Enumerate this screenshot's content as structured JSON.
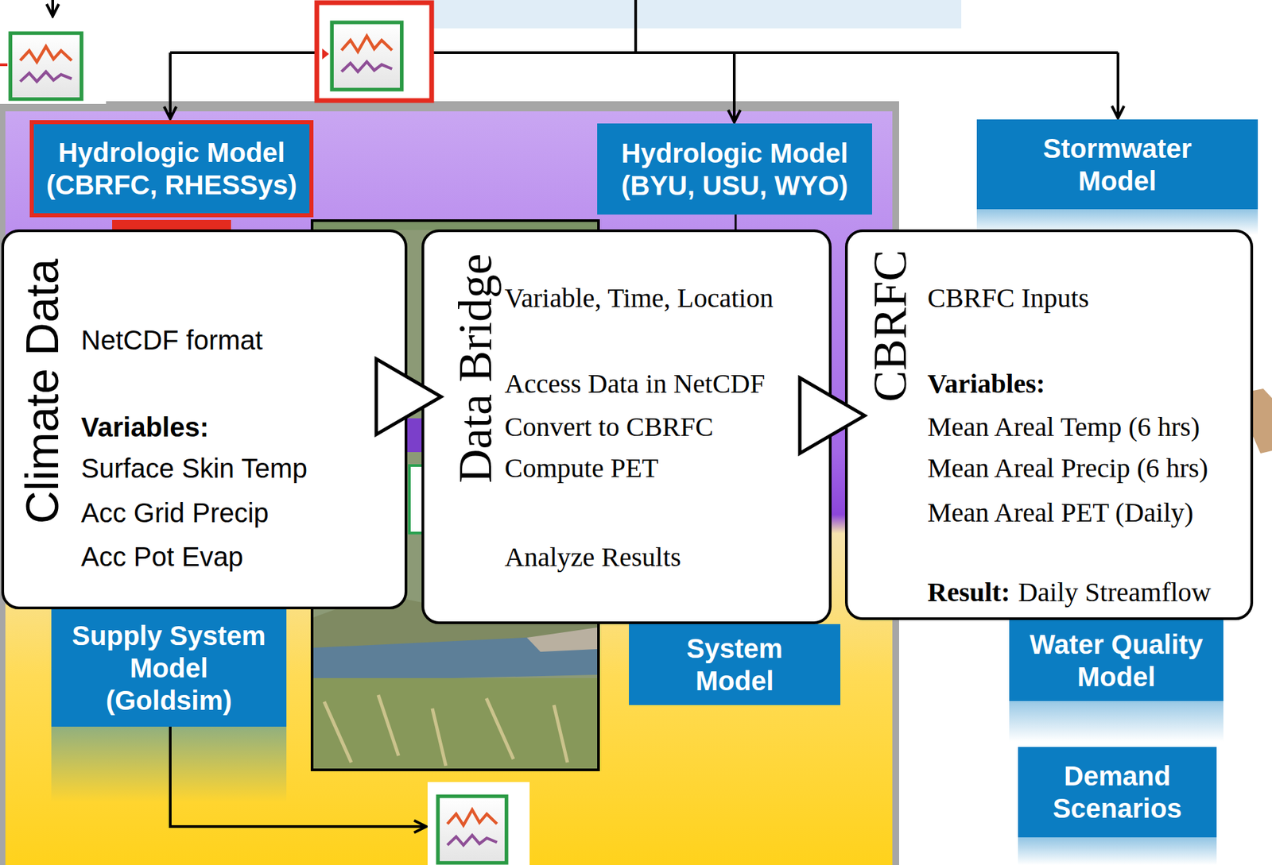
{
  "diagram": {
    "nodes": [
      {
        "text": [
          "Hydrologic Model (CBRFC, RHESSys)"
        ]
      },
      {
        "text": [
          "Hydrologic Model (BYU, USU, WYO)"
        ]
      },
      {
        "text": [
          "Stormwater Model"
        ]
      },
      {
        "text": [
          "Climate Data",
          "NetCDF format",
          "Variables:",
          "Surface Skin Temp",
          "Acc Grid Precip",
          "Acc Pot Evap"
        ]
      },
      {
        "text": [
          "Data Bridge",
          "Variable, Time, Location",
          "Access Data in NetCDF",
          "Convert to CBRFC",
          "Compute PET",
          "Analyze Results"
        ]
      },
      {
        "text": [
          "CBRFC",
          "CBRFC Inputs",
          "Variables:",
          "Mean Areal Temp (6 hrs)",
          "Mean Areal Precip (6 hrs)",
          "Mean Areal PET (Daily)",
          "Result:",
          "Daily Streamflow"
        ]
      },
      {
        "text": [
          "Supply System Model (Goldsim)"
        ]
      },
      {
        "text": [
          "System Model"
        ]
      },
      {
        "text": [
          "Water Quality Model"
        ]
      },
      {
        "text": [
          "Demand Scenarios"
        ]
      }
    ],
    "edges": [
      {
        "from": 3,
        "to": 4,
        "arrow": "to"
      },
      {
        "from": 4,
        "to": 5,
        "arrow": "to"
      }
    ]
  }
}
